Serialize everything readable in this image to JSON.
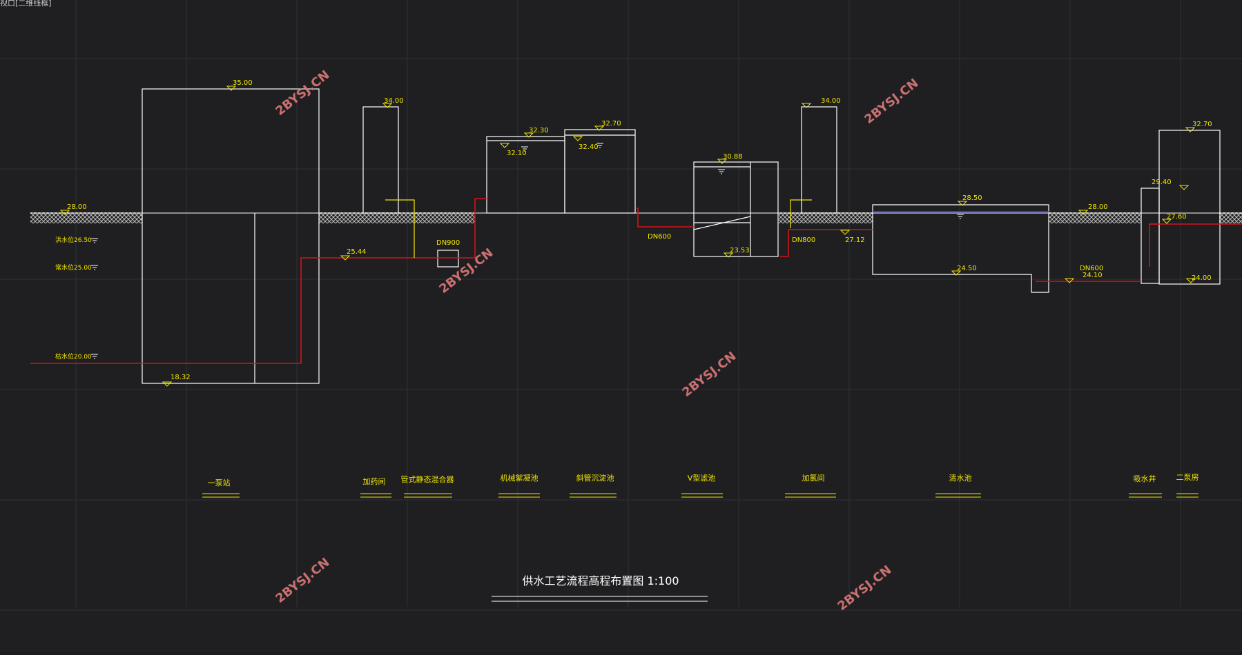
{
  "viewport": {
    "tab_label": "视口[二维线框]"
  },
  "colors": {
    "background": "#1f1f21",
    "grid": "#2e3036",
    "line": "#ffffff",
    "label": "#f2e600",
    "pipe": "#d0151a",
    "water_line": "#2b3cff",
    "watermark": "#e07b7b"
  },
  "drawing": {
    "title": "供水工艺流程高程布置图 1:100",
    "watermark": "2BYSJ.CN",
    "left_levels": {
      "high_water": "洪水位26.50",
      "normal_water": "常水位25.00",
      "low_water": "枯水位20.00"
    },
    "elevations": {
      "ground_left": "28.00",
      "pump1_top": "35.00",
      "pump1_bottom": "18.32",
      "dosing_top": "34.00",
      "pipe_level": "25.44",
      "flocc_top": "32.30",
      "flocc_water": "32.10",
      "settle_top": "32.70",
      "settle_water": "32.40",
      "filter_top": "30.88",
      "filter_bottom": "23.53",
      "chlor_top": "34.00",
      "chlor_pipe": "27.12",
      "clear_top": "28.50",
      "clear_bottom": "24.50",
      "ground_right": "28.00",
      "suction_top": "29.40",
      "pump2_top": "32.70",
      "pump2_mid": "27.60",
      "pump2_bottom": "24.00",
      "out_pipe": "24.10"
    },
    "pipes": {
      "dn900": "DN900",
      "dn600a": "DN600",
      "dn800": "DN800",
      "dn600b": "DN600"
    },
    "units": [
      "一泵站",
      "加药间",
      "管式静态混合器",
      "机械絮凝池",
      "斜管沉淀池",
      "V型滤池",
      "加氯间",
      "清水池",
      "吸水井",
      "二泵房"
    ]
  }
}
